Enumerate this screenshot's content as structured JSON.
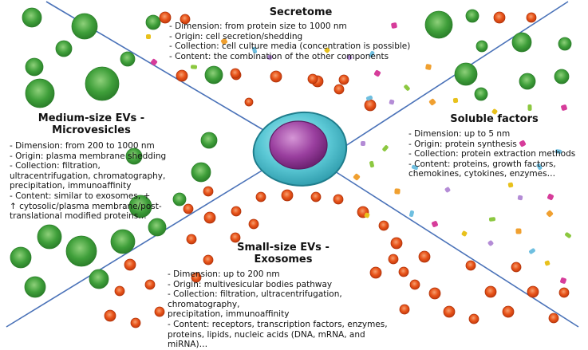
{
  "colors": {
    "divider": "#4a72b8",
    "green_ev": "#3c9d3c",
    "orange_ev": "#e8541a",
    "cell_body": "#35b6c6",
    "nucleus": "#9a3f9f"
  },
  "sections": {
    "secretome": {
      "title": "Secretome",
      "items": [
        "- Dimension: from protein size to 1000 nm",
        "- Origin: cell secretion/shedding",
        "- Collection: cell culture media (concentration is possible)",
        "- Content: the combination of the other components"
      ]
    },
    "medium_evs": {
      "title_line1": "Medium-size EVs -",
      "title_line2": "Microvesicles",
      "items": [
        "- Dimension: from 200 to 1000 nm",
        "- Origin: plasma membrane shedding",
        "- Collection: filtration,",
        "ultracentrifugation, chromatography,",
        "precipitation, immunoaffinity",
        "- Content: similar to exosomes, +",
        "↑ cytosolic/plasma membrane/post-",
        "translational modified proteins…"
      ]
    },
    "soluble_factors": {
      "title": "Soluble factors",
      "items": [
        "- Dimension: up to 5 nm",
        "- Origin: protein synthesis",
        "- Collection: protein extraction methods",
        "- Content: proteins, growth factors,",
        "chemokines, cytokines, enzymes…"
      ]
    },
    "small_evs": {
      "title_line1": "Small-size EVs -",
      "title_line2": "Exosomes",
      "items": [
        "- Dimension: up to 200 nm",
        "- Origin: multivesicular bodies pathway",
        "- Collection: filtration, ultracentrifugation, chromatography,",
        "precipitation, immunoaffinity",
        "- Content: receptors, transcription factors, enzymes,",
        "proteins, lipids, nucleic acids (DNA, mRNA, and miRNA)…"
      ]
    }
  }
}
